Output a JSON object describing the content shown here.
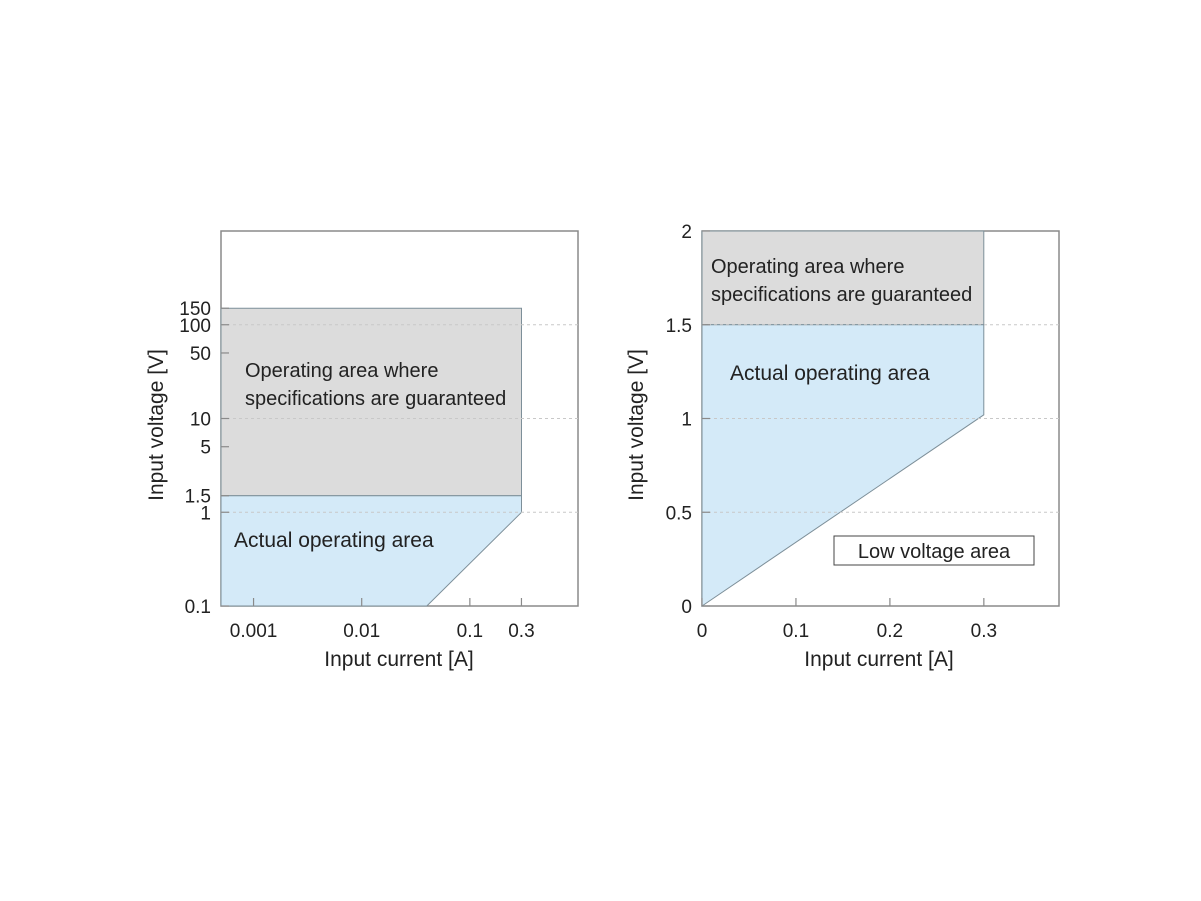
{
  "colors": {
    "guaranteed_fill": "#dcdcdc",
    "actual_fill": "#d4eaf8",
    "axis": "#8a8a8a",
    "grid": "#c8c8c8",
    "text": "#222222"
  },
  "chart_data": [
    {
      "type": "area",
      "xlabel": "Input current [A]",
      "ylabel": "Input voltage [V]",
      "x_scale": "log",
      "y_scale": "log",
      "xlim": [
        0.0005,
        1.0
      ],
      "ylim": [
        0.1,
        1000
      ],
      "x_ticks": [
        {
          "value": 0.001,
          "label": "0.001"
        },
        {
          "value": 0.01,
          "label": "0.01"
        },
        {
          "value": 0.1,
          "label": "0.1"
        },
        {
          "value": 0.3,
          "label": "0.3"
        }
      ],
      "y_ticks": [
        {
          "value": 0.1,
          "label": "0.1"
        },
        {
          "value": 1,
          "label": "1"
        },
        {
          "value": 1.5,
          "label": "1.5"
        },
        {
          "value": 5,
          "label": "5"
        },
        {
          "value": 10,
          "label": "10"
        },
        {
          "value": 50,
          "label": "50"
        },
        {
          "value": 100,
          "label": "100"
        },
        {
          "value": 150,
          "label": "150"
        }
      ],
      "gridlines_y": [
        1,
        10,
        100
      ],
      "regions": [
        {
          "name": "Operating area where specifications are guaranteed",
          "label_lines": [
            "Operating area where",
            "specifications are guaranteed"
          ],
          "fill": "#dcdcdc",
          "points": [
            [
              0.0005,
              1.5
            ],
            [
              0.3,
              1.5
            ],
            [
              0.3,
              150
            ],
            [
              0.0005,
              150
            ]
          ]
        },
        {
          "name": "Actual operating area",
          "label_lines": [
            "Actual operating area"
          ],
          "fill": "#d4eaf8",
          "points": [
            [
              0.0005,
              0.1
            ],
            [
              0.04,
              0.1
            ],
            [
              0.3,
              1
            ],
            [
              0.3,
              1.5
            ],
            [
              0.0005,
              1.5
            ]
          ]
        }
      ]
    },
    {
      "type": "area",
      "xlabel": "Input current [A]",
      "ylabel": "Input voltage [V]",
      "x_scale": "linear",
      "y_scale": "linear",
      "xlim": [
        0,
        0.38
      ],
      "ylim": [
        0,
        2
      ],
      "x_ticks": [
        {
          "value": 0,
          "label": "0"
        },
        {
          "value": 0.1,
          "label": "0.1"
        },
        {
          "value": 0.2,
          "label": "0.2"
        },
        {
          "value": 0.3,
          "label": "0.3"
        }
      ],
      "y_ticks": [
        {
          "value": 0,
          "label": "0"
        },
        {
          "value": 0.5,
          "label": "0.5"
        },
        {
          "value": 1,
          "label": "1"
        },
        {
          "value": 1.5,
          "label": "1.5"
        },
        {
          "value": 2,
          "label": "2"
        }
      ],
      "gridlines_y": [
        0.5,
        1,
        1.5
      ],
      "regions": [
        {
          "name": "Operating area where specifications are guaranteed",
          "label_lines": [
            "Operating area where",
            "specifications are guaranteed"
          ],
          "fill": "#dcdcdc",
          "points": [
            [
              0,
              1.5
            ],
            [
              0.3,
              1.5
            ],
            [
              0.3,
              2
            ],
            [
              0,
              2
            ]
          ]
        },
        {
          "name": "Actual operating area",
          "label_lines": [
            "Actual operating area"
          ],
          "fill": "#d4eaf8",
          "points": [
            [
              0,
              0
            ],
            [
              0.3,
              1.02
            ],
            [
              0.3,
              1.5
            ],
            [
              0,
              1.5
            ]
          ]
        }
      ],
      "annotations": [
        {
          "text": "Low voltage area"
        }
      ]
    }
  ]
}
